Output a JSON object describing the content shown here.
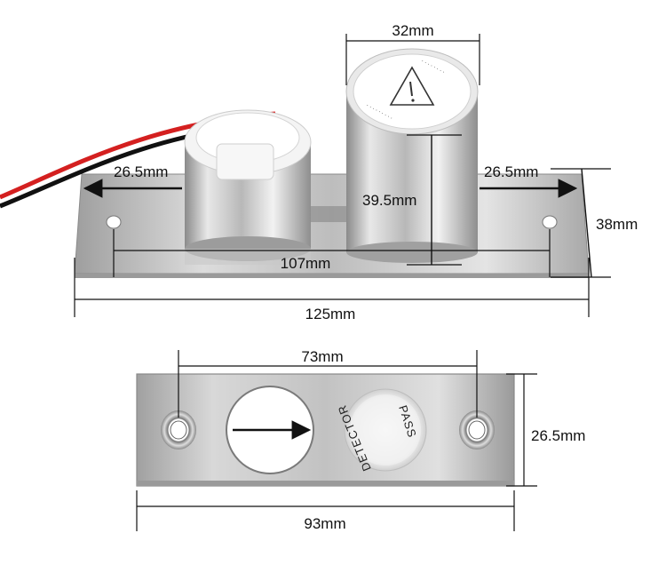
{
  "top_view": {
    "dims": {
      "cylinder_diameter": "32mm",
      "left_extent": "26.5mm",
      "right_extent": "26.5mm",
      "cylinder_height": "39.5mm",
      "plate_height": "38mm",
      "hole_spacing": "107mm",
      "plate_length": "125mm"
    }
  },
  "bottom_view": {
    "dims": {
      "hole_spacing": "73mm",
      "plate_width": "26.5mm",
      "plate_length": "93mm"
    },
    "sticker": {
      "left_text": "DETECTOR",
      "right_text": "PASS"
    }
  },
  "colors": {
    "steel_light": "#e6e6e6",
    "steel_dark": "#8c8c8c",
    "wire_red": "#d42020",
    "wire_black": "#111111",
    "arrow": "#111111"
  }
}
